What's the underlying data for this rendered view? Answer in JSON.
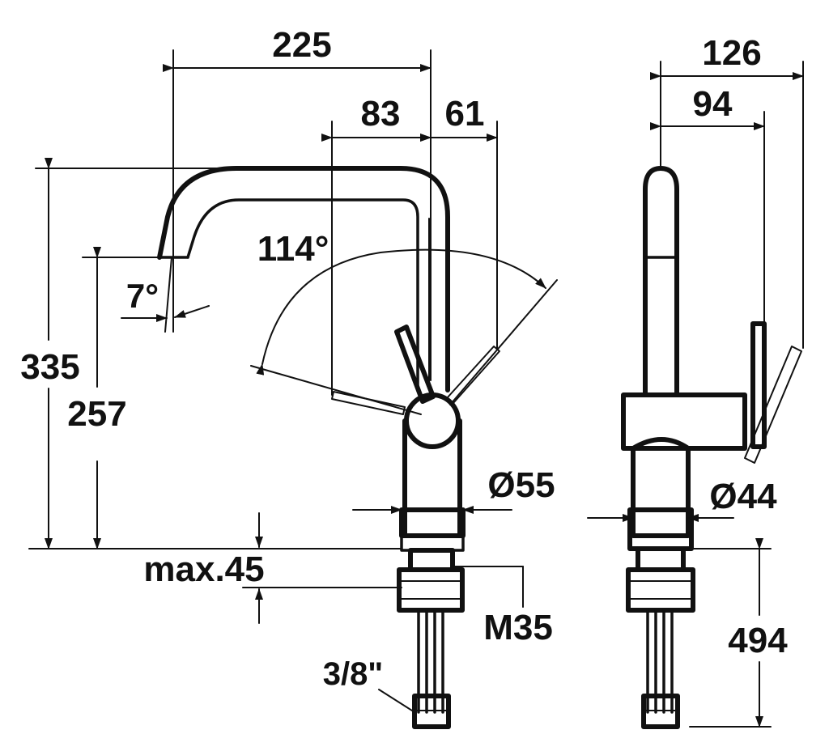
{
  "dimensions": {
    "spout_reach": "225",
    "reach_a": "83",
    "reach_b": "61",
    "swivel_angle": "114°",
    "spout_tilt": "7°",
    "overall_height": "335",
    "spout_height": "257",
    "max_thickness": "max.45",
    "thread": "M35",
    "connection": "3/8\"",
    "base_diameter_front": "Ø55",
    "base_diameter_side": "Ø44",
    "depth_total": "126",
    "depth_spout": "94",
    "hose_length": "494"
  }
}
